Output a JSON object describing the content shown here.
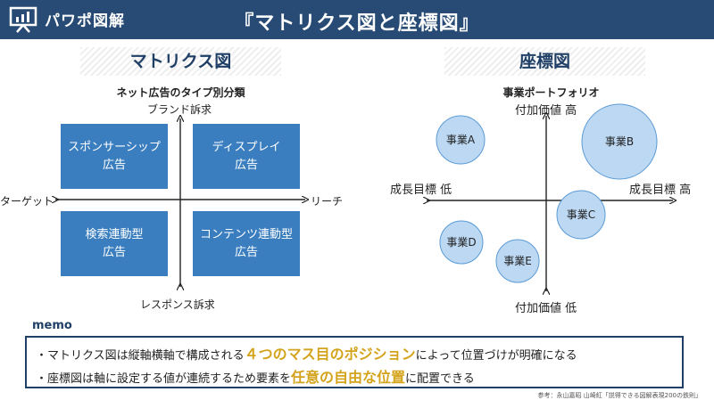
{
  "header": {
    "logo_text": "パワポ図解",
    "title": "『マトリクス図と座標図』"
  },
  "matrix": {
    "section_title": "マトリクス図",
    "subtitle": "ネット広告のタイプ別分類",
    "axis": {
      "top": "ブランド訴求",
      "bottom": "レスポンス訴求",
      "left": "ターゲット",
      "right": "リーチ"
    },
    "quadrants": [
      {
        "label": "スポンサーシップ\n広告"
      },
      {
        "label": "ディスプレイ\n広告"
      },
      {
        "label": "検索連動型\n広告"
      },
      {
        "label": "コンテンツ連動型\n広告"
      }
    ]
  },
  "coordinate": {
    "section_title": "座標図",
    "subtitle": "事業ポートフォリオ",
    "axis": {
      "top": "付加価値 高",
      "bottom": "付加価値 低",
      "left": "成長目標 低",
      "right": "成長目標 高"
    },
    "items": [
      {
        "label": "事業A"
      },
      {
        "label": "事業B"
      },
      {
        "label": "事業C"
      },
      {
        "label": "事業D"
      },
      {
        "label": "事業E"
      }
    ]
  },
  "memo": {
    "label": "memo",
    "line1": {
      "pre": "・マトリクス図は縦軸横軸で構成される",
      "highlight": "４つのマス目のポジション",
      "post": "によって位置づけが明確になる"
    },
    "line2": {
      "pre": "・座標図は軸に設定する値が連続するため要素を",
      "highlight": "任意の自由な位置",
      "post": "に配置できる"
    }
  },
  "reference": "参考：永山嘉昭 山崎紅「説得できる図解表現200の鉄則」",
  "colors": {
    "header_bg": "#274b74",
    "quadrant_fill": "#3a7ebf",
    "bubble_fill": "#bcd8f3",
    "bubble_stroke": "#5b9bd5",
    "highlight": "#d4a31c"
  }
}
